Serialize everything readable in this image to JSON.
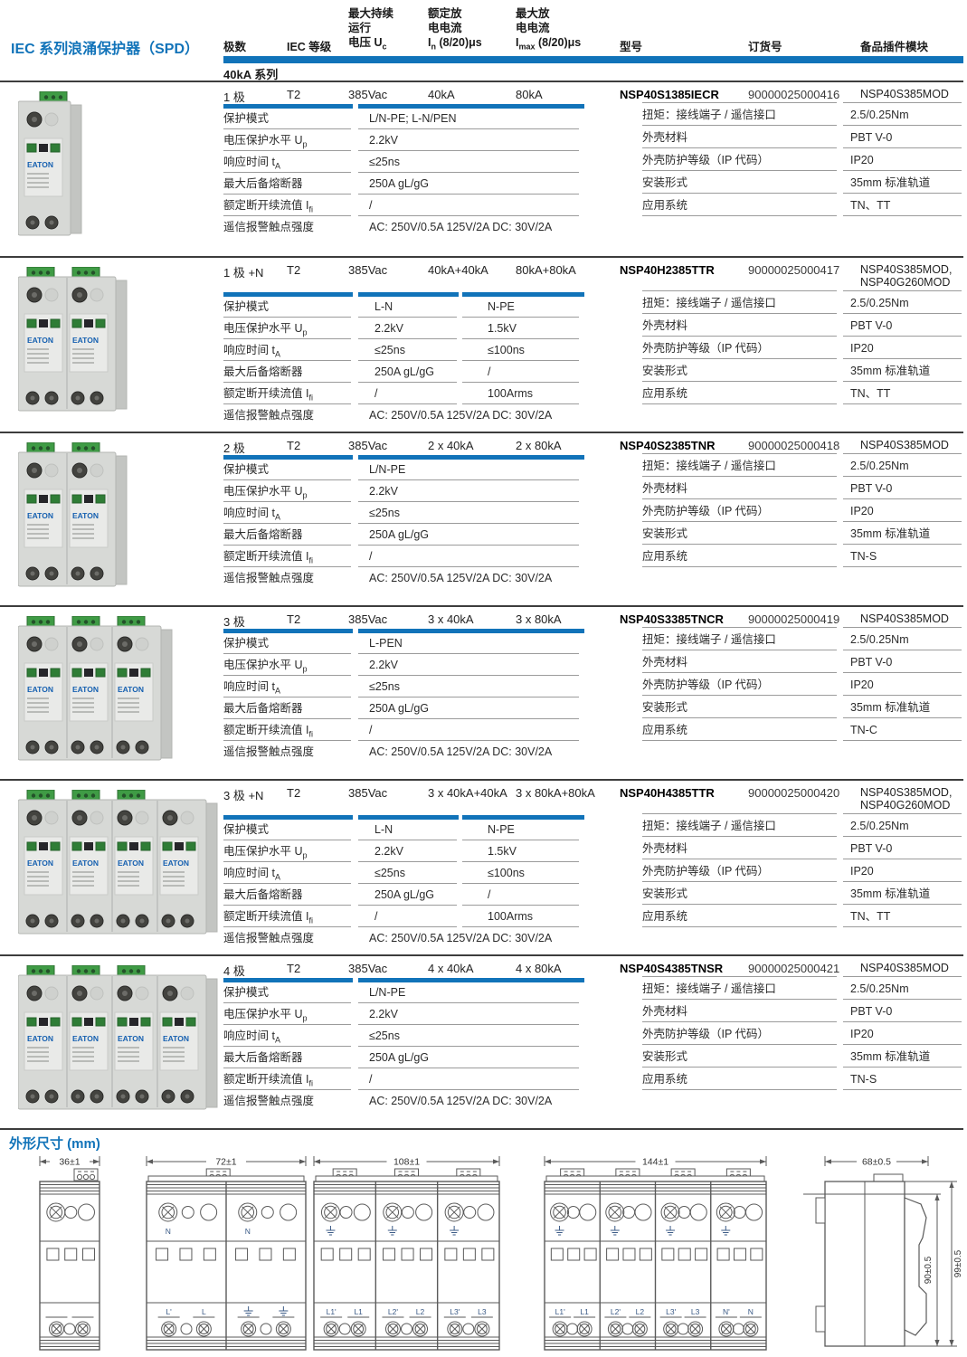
{
  "page": {
    "title": "IEC 系列浪涌保护器（SPD）",
    "series_label": "40kA 系列",
    "dims_title": "外形尺寸 (mm)",
    "brand": "EATON"
  },
  "colors": {
    "accent": "#1173b9",
    "line_dark": "#3d3d3d",
    "line_gray": "#9b9b9b",
    "drawing_label": "#3a5a86"
  },
  "columns": {
    "poles": "极数",
    "iec_class": "IEC 等级",
    "uc": {
      "l1": "最大持续",
      "l2": "运行",
      "l3": "电压 U",
      "l3sub": "c"
    },
    "in": {
      "l1": "额定放",
      "l2": "电电流",
      "sym": "I",
      "sub": "n",
      "rest": " (8/20)μs"
    },
    "imax": {
      "l1": "最大放",
      "l2": "电电流",
      "sym": "I",
      "sub": "max",
      "rest": " (8/20)μs"
    },
    "model": "型号",
    "order_no": "订货号",
    "spare": "备品插件模块"
  },
  "left_labels": [
    {
      "t": "保护模式",
      "s": ""
    },
    {
      "t": "电压保护水平 U",
      "s": "p"
    },
    {
      "t": "响应时间 t",
      "s": "A"
    },
    {
      "t": "最大后备熔断器",
      "s": ""
    },
    {
      "t": "额定断开续流值 I",
      "s": "fi"
    },
    {
      "t": "遥信报警触点强度",
      "s": ""
    }
  ],
  "right_labels": [
    "扭矩：接线端子 / 遥信接口",
    "外壳材料",
    "外壳防护等级（IP 代码）",
    "安装形式",
    "应用系统"
  ],
  "sections": [
    {
      "poles": "1 极",
      "iec_class": "T2",
      "uc": "385Vac",
      "i_n": "40kA",
      "i_max": "80kA",
      "model": "NSP40S1385IECR",
      "order_no": "90000025000416",
      "spare_modules": [
        "NSP40S385MOD"
      ],
      "image_modules": 1,
      "two_col": false,
      "left_values": [
        [
          "L/N-PE; L-N/PEN"
        ],
        [
          "2.2kV"
        ],
        [
          "≤25ns"
        ],
        [
          "250A gL/gG"
        ],
        [
          "/"
        ],
        [
          "AC: 250V/0.5A 125V/2A DC: 30V/2A"
        ]
      ],
      "right_values": [
        "2.5/0.25Nm",
        "PBT V-0",
        "IP20",
        "35mm 标准轨道",
        "TN、TT"
      ]
    },
    {
      "poles": "1 极 +N",
      "iec_class": "T2",
      "uc": "385Vac",
      "i_n": "40kA+40kA",
      "i_max": "80kA+80kA",
      "model": "NSP40H2385TTR",
      "order_no": "90000025000417",
      "spare_modules": [
        "NSP40S385MOD,",
        "NSP40G260MOD"
      ],
      "image_modules": 2,
      "two_col": true,
      "left_values": [
        [
          "L-N",
          "N-PE"
        ],
        [
          "2.2kV",
          "1.5kV"
        ],
        [
          "≤25ns",
          "≤100ns"
        ],
        [
          "250A gL/gG",
          "/"
        ],
        [
          "/",
          "100Arms"
        ],
        [
          "AC: 250V/0.5A 125V/2A DC: 30V/2A"
        ]
      ],
      "right_values": [
        "2.5/0.25Nm",
        "PBT V-0",
        "IP20",
        "35mm 标准轨道",
        "TN、TT"
      ]
    },
    {
      "poles": "2 极",
      "iec_class": "T2",
      "uc": "385Vac",
      "i_n": "2 x 40kA",
      "i_max": "2 x 80kA",
      "model": "NSP40S2385TNR",
      "order_no": "90000025000418",
      "spare_modules": [
        "NSP40S385MOD"
      ],
      "image_modules": 2,
      "two_col": false,
      "left_values": [
        [
          "L/N-PE"
        ],
        [
          "2.2kV"
        ],
        [
          "≤25ns"
        ],
        [
          "250A gL/gG"
        ],
        [
          "/"
        ],
        [
          "AC: 250V/0.5A 125V/2A DC: 30V/2A"
        ]
      ],
      "right_values": [
        "2.5/0.25Nm",
        "PBT V-0",
        "IP20",
        "35mm 标准轨道",
        "TN-S"
      ]
    },
    {
      "poles": "3 极",
      "iec_class": "T2",
      "uc": "385Vac",
      "i_n": "3 x 40kA",
      "i_max": "3 x 80kA",
      "model": "NSP40S3385TNCR",
      "order_no": "90000025000419",
      "spare_modules": [
        "NSP40S385MOD"
      ],
      "image_modules": 3,
      "two_col": false,
      "left_values": [
        [
          "L-PEN"
        ],
        [
          "2.2kV"
        ],
        [
          "≤25ns"
        ],
        [
          "250A gL/gG"
        ],
        [
          "/"
        ],
        [
          "AC: 250V/0.5A 125V/2A DC: 30V/2A"
        ]
      ],
      "right_values": [
        "2.5/0.25Nm",
        "PBT V-0",
        "IP20",
        "35mm 标准轨道",
        "TN-C"
      ]
    },
    {
      "poles": "3 极 +N",
      "iec_class": "T2",
      "uc": "385Vac",
      "i_n": "3 x 40kA+40kA",
      "i_max": "3 x 80kA+80kA",
      "model": "NSP40H4385TTR",
      "order_no": "90000025000420",
      "spare_modules": [
        "NSP40S385MOD,",
        "NSP40G260MOD"
      ],
      "image_modules": 4,
      "two_col": true,
      "left_values": [
        [
          "L-N",
          "N-PE"
        ],
        [
          "2.2kV",
          "1.5kV"
        ],
        [
          "≤25ns",
          "≤100ns"
        ],
        [
          "250A gL/gG",
          "/"
        ],
        [
          "/",
          "100Arms"
        ],
        [
          "AC: 250V/0.5A 125V/2A DC: 30V/2A"
        ]
      ],
      "right_values": [
        "2.5/0.25Nm",
        "PBT V-0",
        "IP20",
        "35mm 标准轨道",
        "TN、TT"
      ]
    },
    {
      "poles": "4 极",
      "iec_class": "T2",
      "uc": "385Vac",
      "i_n": "4 x 40kA",
      "i_max": "4 x 80kA",
      "model": "NSP40S4385TNSR",
      "order_no": "90000025000421",
      "spare_modules": [
        "NSP40S385MOD"
      ],
      "image_modules": 4,
      "two_col": false,
      "left_values": [
        [
          "L/N-PE"
        ],
        [
          "2.2kV"
        ],
        [
          "≤25ns"
        ],
        [
          "250A gL/gG"
        ],
        [
          "/"
        ],
        [
          "AC: 250V/0.5A 125V/2A DC: 30V/2A"
        ]
      ],
      "right_values": [
        "2.5/0.25Nm",
        "PBT V-0",
        "IP20",
        "35mm 标准轨道",
        "TN-S"
      ]
    }
  ],
  "drawings": {
    "front": [
      {
        "dim": "36±1",
        "modules": [
          {
            "top": "",
            "bottom": [
              "",
              ""
            ]
          }
        ]
      },
      {
        "dim": "72±1",
        "modules": [
          {
            "top": "N",
            "bottom": [
              "L'",
              "L"
            ]
          },
          {
            "top": "N",
            "bottom": [
              "earth",
              "earth"
            ]
          }
        ]
      },
      {
        "dim": "108±1",
        "modules": [
          {
            "top": "earth",
            "bottom": [
              "L1'",
              "L1"
            ]
          },
          {
            "top": "earth",
            "bottom": [
              "L2'",
              "L2"
            ]
          },
          {
            "top": "earth",
            "bottom": [
              "L3'",
              "L3"
            ]
          }
        ]
      },
      {
        "dim": "144±1",
        "modules": [
          {
            "top": "earth",
            "bottom": [
              "L1'",
              "L1"
            ]
          },
          {
            "top": "earth",
            "bottom": [
              "L2'",
              "L2"
            ]
          },
          {
            "top": "earth",
            "bottom": [
              "L3'",
              "L3"
            ]
          },
          {
            "top": "earth",
            "bottom": [
              "N'",
              "N"
            ]
          }
        ]
      }
    ],
    "side": {
      "dim_width": "68±0.5",
      "dim_height_inner": "90±0.5",
      "dim_height_outer": "99±0.5"
    }
  }
}
